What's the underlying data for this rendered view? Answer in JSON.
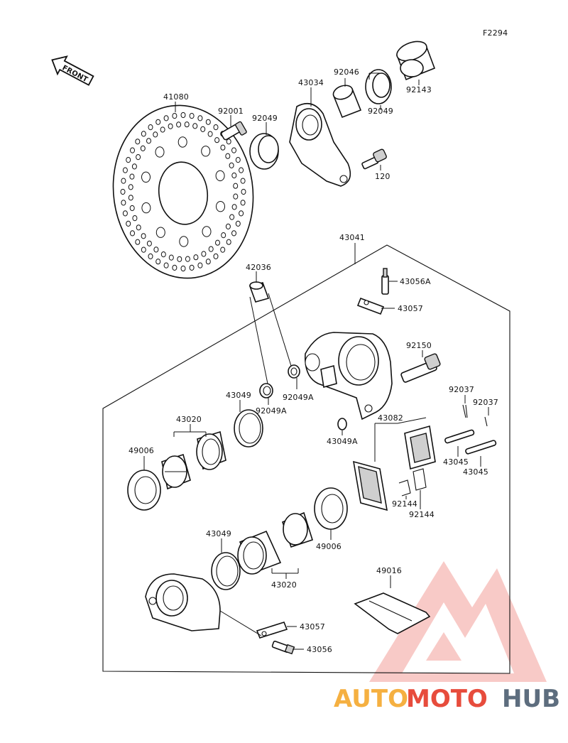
{
  "diagram": {
    "ref_code": "F2294",
    "front_label": "FRONT",
    "parts": [
      {
        "key": "p41080",
        "label": "41080"
      },
      {
        "key": "p92001",
        "label": "92001"
      },
      {
        "key": "p92049_top",
        "label": "92049"
      },
      {
        "key": "p43034",
        "label": "43034"
      },
      {
        "key": "p92046",
        "label": "92046"
      },
      {
        "key": "p92049_right",
        "label": "92049"
      },
      {
        "key": "p92143",
        "label": "92143"
      },
      {
        "key": "p120",
        "label": "120"
      },
      {
        "key": "p43041",
        "label": "43041"
      },
      {
        "key": "p42036",
        "label": "42036"
      },
      {
        "key": "p43056A",
        "label": "43056A"
      },
      {
        "key": "p43057_top",
        "label": "43057"
      },
      {
        "key": "p92150",
        "label": "92150"
      },
      {
        "key": "p92049A_1",
        "label": "92049A"
      },
      {
        "key": "p43049_top",
        "label": "43049"
      },
      {
        "key": "p92049A_2",
        "label": "92049A"
      },
      {
        "key": "p43020_top",
        "label": "43020"
      },
      {
        "key": "p92037_a",
        "label": "92037"
      },
      {
        "key": "p92037_b",
        "label": "92037"
      },
      {
        "key": "p43082",
        "label": "43082"
      },
      {
        "key": "p49006_left",
        "label": "49006"
      },
      {
        "key": "p43049A",
        "label": "43049A"
      },
      {
        "key": "p43045_a",
        "label": "43045"
      },
      {
        "key": "p43045_b",
        "label": "43045"
      },
      {
        "key": "p92144_a",
        "label": "92144"
      },
      {
        "key": "p92144_b",
        "label": "92144"
      },
      {
        "key": "p43049_bottom",
        "label": "43049"
      },
      {
        "key": "p49006_bottom",
        "label": "49006"
      },
      {
        "key": "p43020_bottom",
        "label": "43020"
      },
      {
        "key": "p49016",
        "label": "49016"
      },
      {
        "key": "p43057_bottom",
        "label": "43057"
      },
      {
        "key": "p43056",
        "label": "43056"
      }
    ]
  },
  "watermark": {
    "brand_part1": "AUTO",
    "brand_part2": "MOTO",
    "brand_part3": "HUB",
    "color_orange": "#f5b041",
    "color_red": "#e74c3c",
    "color_grey": "#5d6d7e"
  }
}
